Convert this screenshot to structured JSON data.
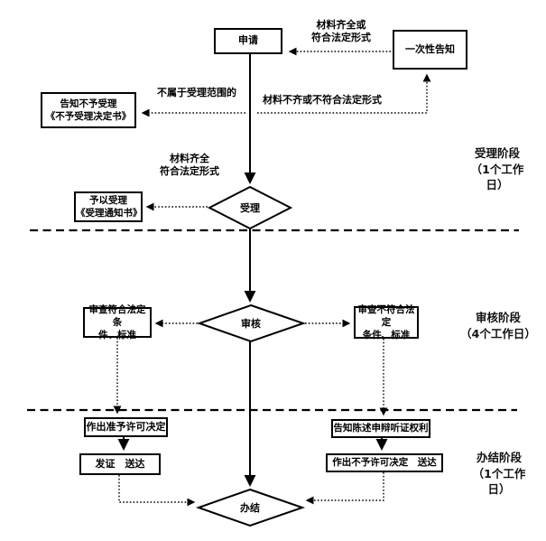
{
  "flowchart": {
    "nodes": {
      "apply": {
        "label": "申请"
      },
      "one_time_notice": {
        "label": "一次性告知"
      },
      "reject_notice": {
        "label": "告知不予受理\n《不予受理决定书》"
      },
      "accept_notice": {
        "label": "予以受理\n《受理通知书》"
      },
      "accept": {
        "label": "受理"
      },
      "review": {
        "label": "审核"
      },
      "review_pass": {
        "label": "审查符合法定条\n件、标准"
      },
      "review_fail": {
        "label": "审查不符合法定\n条件、标准"
      },
      "grant_decision": {
        "label": "作出准予许可决定"
      },
      "issue_deliver": {
        "label": "发证　送达"
      },
      "inform_rights": {
        "label": "告知陈述申辩听证权利"
      },
      "deny_deliver": {
        "label": "作出不予许可决定　送达"
      },
      "complete": {
        "label": "办结"
      }
    },
    "edge_labels": {
      "materials_ok_top": "材料齐全或\n符合法定形式",
      "not_in_scope": "不属于受理范围的",
      "materials_missing": "材料不齐或不符合法定形式",
      "materials_ok_mid": "材料齐全\n符合法定形式"
    },
    "stages": [
      {
        "label": "受理阶段\n（1个工作\n日）"
      },
      {
        "label": "审核阶段\n（4个工作日）"
      },
      {
        "label": "办结阶段\n（1个工作\n日）"
      }
    ],
    "colors": {
      "line": "#000000",
      "background": "#ffffff"
    }
  }
}
